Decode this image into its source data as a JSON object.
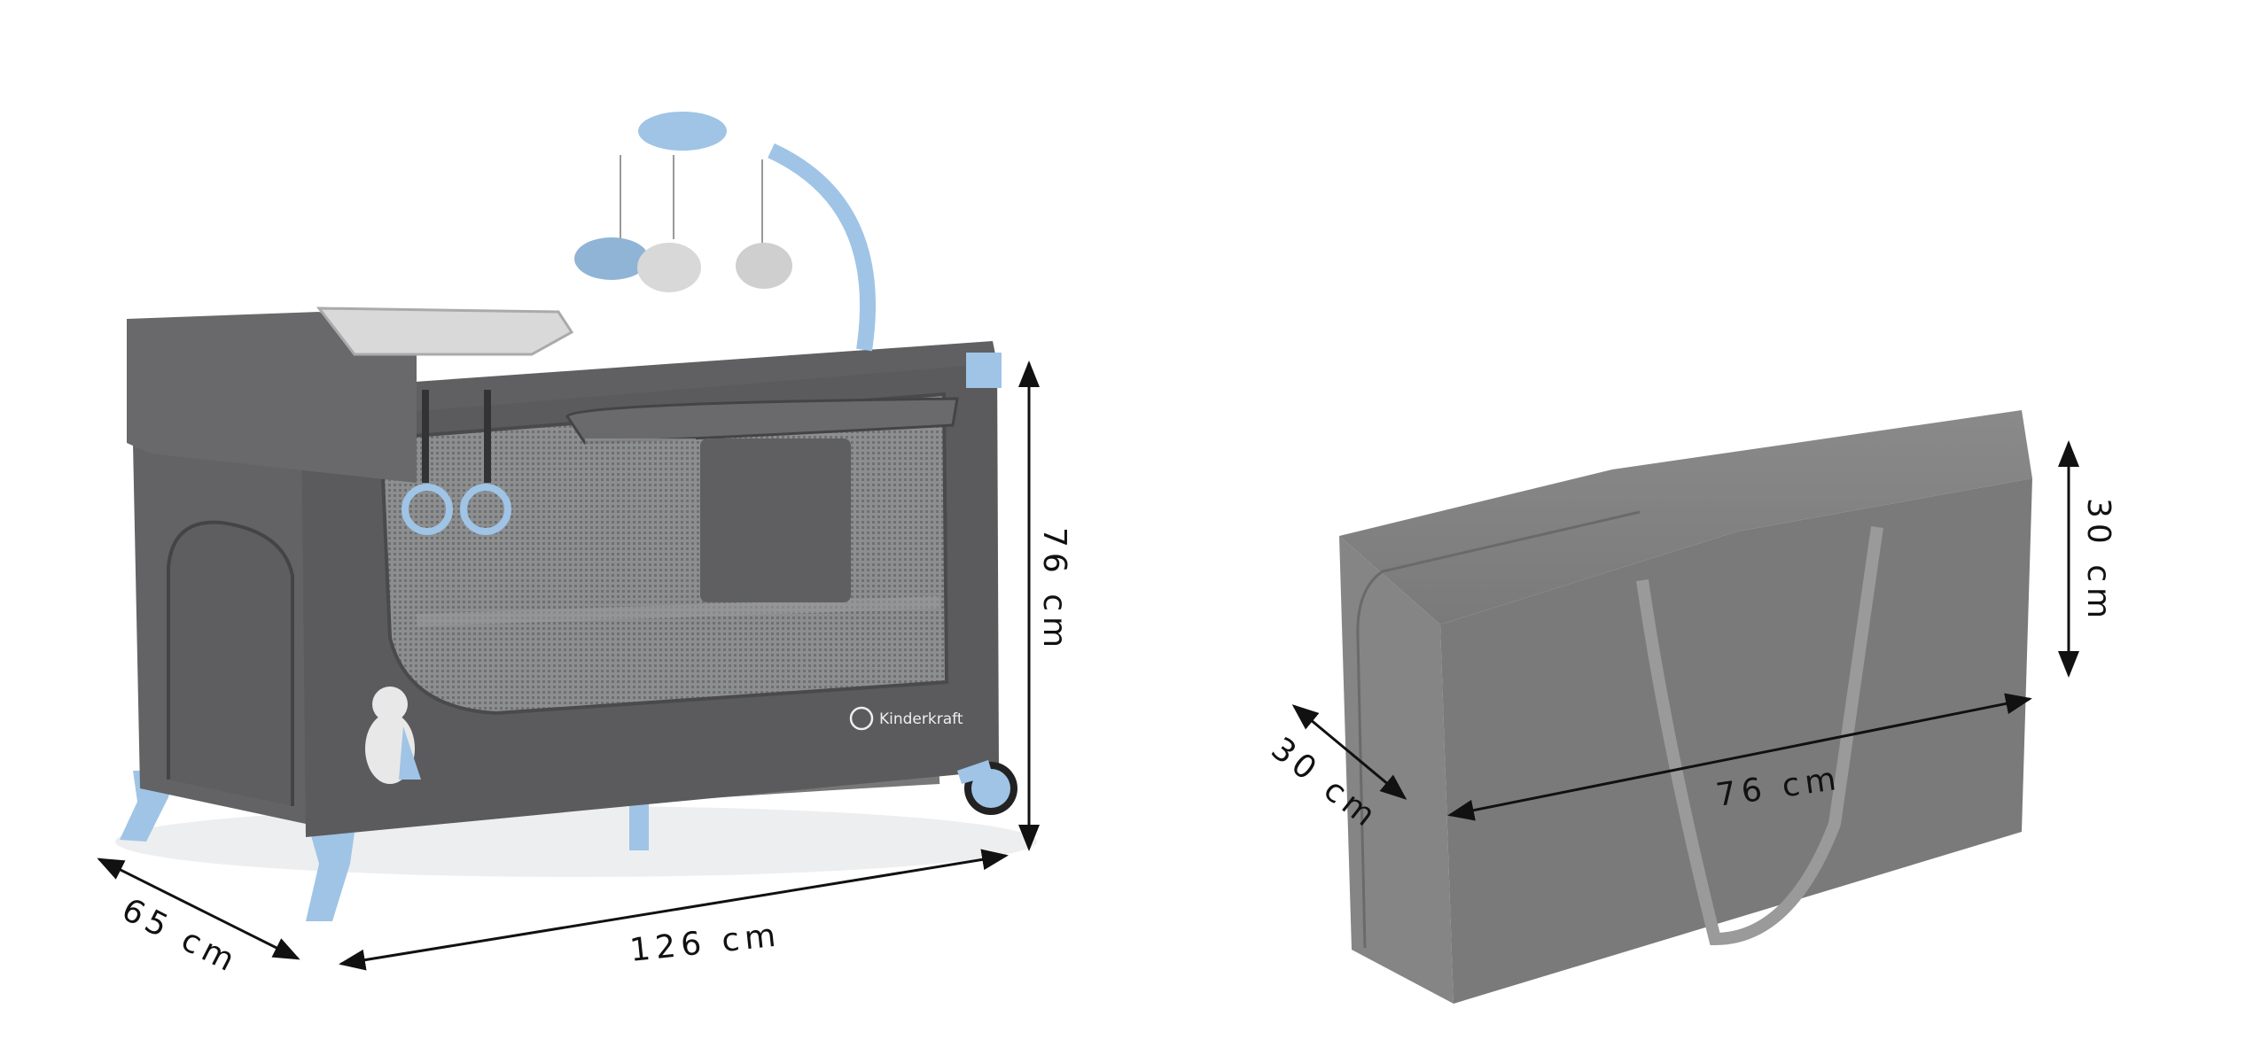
{
  "product": {
    "brand": "Kinderkraft",
    "crib_dimensions": {
      "depth": "65 cm",
      "length": "126 cm",
      "height": "76 cm"
    },
    "bag_dimensions": {
      "depth": "30 cm",
      "length": "76 cm",
      "height": "30 cm"
    }
  },
  "colors": {
    "fabric": "#5b5b5d",
    "accent_blue": "#9fc4e6",
    "bag": "#7c7c7c",
    "arrow": "#111111"
  }
}
